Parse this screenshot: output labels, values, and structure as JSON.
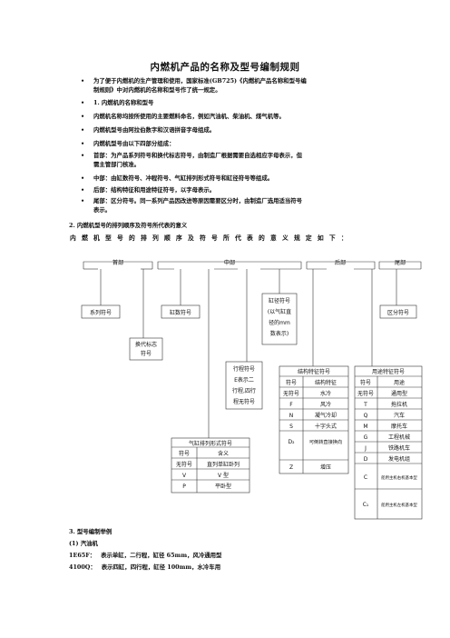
{
  "document": {
    "title": "内燃机产品的名称及型号编制规则",
    "bullets": [
      {
        "marker": "•",
        "lines": [
          "为了便于内燃机的生产管理和使用，国家标准(GB725)《内燃机产品名称和型号编",
          "制规则》中对内燃机的名称和型号作了统一规定。"
        ]
      },
      {
        "marker": "•",
        "lines": [
          "1.  内燃机的名称和型号"
        ]
      },
      {
        "marker": "•",
        "lines": [
          "内燃机名称均按所使用的主要燃料命名，例如汽油机、柴油机、煤气机等。"
        ]
      },
      {
        "marker": "•",
        "lines": [
          "内燃机型号由阿拉伯数字和汉语拼音字母组成。"
        ]
      },
      {
        "marker": "•",
        "lines": [
          "内燃机型号由以下四部分组成："
        ]
      },
      {
        "marker": "•",
        "lines": [
          "首部：为产品系列符号和换代标志符号，由制造厂根据需要自选相应字母表示，但",
          "需主管部门核准。"
        ]
      },
      {
        "marker": "•",
        "lines": [
          "中部：由缸数符号、冲程符号、气缸排列形式符号和缸径符号等组成。"
        ]
      },
      {
        "marker": "•",
        "lines": [
          "后部：结构特征和用途特征符号，以字母表示。"
        ]
      },
      {
        "marker": "•",
        "lines": [
          "尾部：区分符号。同一系列产品因改进等原因需要区分时，由制造厂选用适当符号",
          "表示。"
        ]
      }
    ],
    "section2_heading": "2.  内燃机型号的排列顺序及符号所代表的意义",
    "section2_spaced": "内燃机型号的排列顺序及符号所代表的意义规定如下：",
    "section3_heading": "3.  型号编制举例",
    "subsection1": "(1)  汽油机",
    "examples": [
      {
        "code": "1E65F：",
        "desc": "表示单缸，二行程，缸径 65mm，风冷通用型"
      },
      {
        "code": "4100Q：",
        "desc": "表示四缸，四行程，缸径 100mm，水冷车用"
      }
    ]
  },
  "diagram": {
    "groups": {
      "head": "首部",
      "middle": "中部",
      "rear": "后部",
      "tail": "尾部"
    },
    "boxes": {
      "series": "系列符号",
      "replacement": [
        "换代标志",
        "符号"
      ],
      "cylinders": "缸数符号",
      "bore": [
        "缸径符号",
        "(以气缸直",
        "径的mm",
        "数表示)"
      ],
      "stroke": [
        "行程符号",
        "E表示二",
        "行程,四行",
        "程无符号"
      ],
      "distinguish": "区分符号"
    },
    "arrangement_table": {
      "title": "气缸排列形式符号",
      "header": [
        "符号",
        "含义"
      ],
      "rows": [
        [
          "无符号",
          "直列单缸卧列"
        ],
        [
          "V",
          "V 型"
        ],
        [
          "P",
          "平卧型"
        ]
      ]
    },
    "structure_table": {
      "title": "结构特征符号",
      "header": [
        "符号",
        "结构特征"
      ],
      "rows": [
        [
          "无符号",
          "水冷"
        ],
        [
          "F",
          "风冷"
        ],
        [
          "N",
          "凝气冷却"
        ],
        [
          "S",
          "十字头式"
        ],
        [
          "D₂",
          "可倒转直接换向"
        ],
        [
          "Z",
          "增压"
        ]
      ]
    },
    "usage_table": {
      "title": "用途特征符号",
      "header": [
        "符号",
        "用途"
      ],
      "rows": [
        [
          "无符号",
          "通用型"
        ],
        [
          "T",
          "拖拉机"
        ],
        [
          "Q",
          "汽车"
        ],
        [
          "M",
          "摩托车"
        ],
        [
          "G",
          "工程机械"
        ],
        [
          "J",
          "铁路机车"
        ],
        [
          "D",
          "发电机组"
        ],
        [
          "C",
          "船用主机右机基本型"
        ],
        [
          "C₁",
          "船用主机左机基本型"
        ]
      ]
    }
  }
}
